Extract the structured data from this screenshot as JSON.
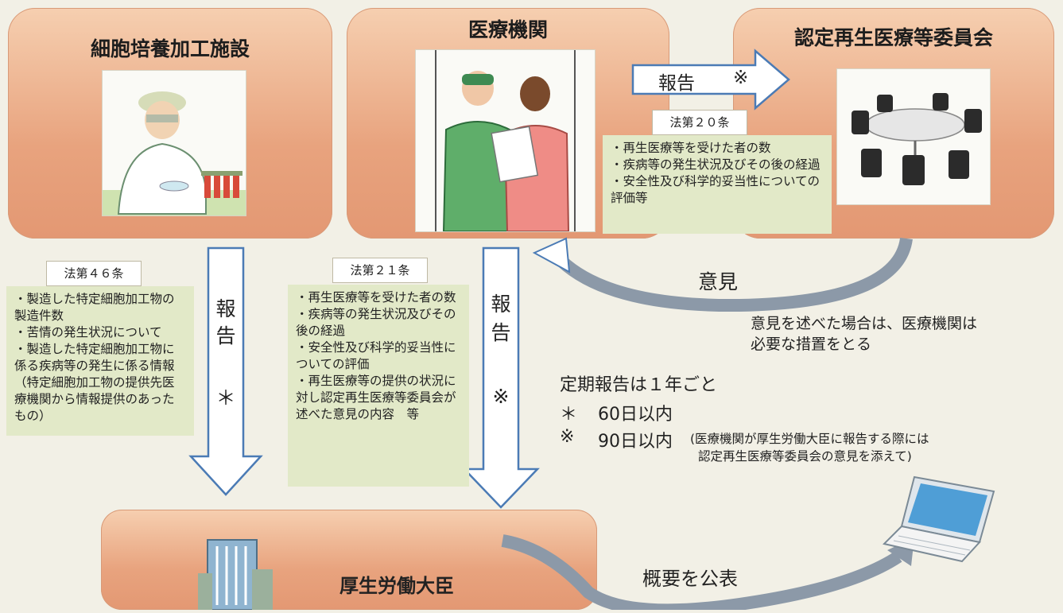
{
  "facility": {
    "title": "細胞培養加工施設"
  },
  "medical": {
    "title": "医療機関"
  },
  "committee": {
    "title": "認定再生医療等委員会"
  },
  "minister": {
    "title": "厚生労働大臣"
  },
  "report_committee": {
    "label": "報告",
    "mark": "※",
    "law": "法第２０条",
    "items": [
      "・再生医療等を受けた者の数",
      "・疾病等の発生状況及びその後の経過",
      "・安全性及び科学的妥当性についての評価等"
    ]
  },
  "report_facility": {
    "law": "法第４６条",
    "arrow_text": [
      "報",
      "告",
      "＊"
    ],
    "items": [
      "・製造した特定細胞加工物の製造件数",
      "・苦情の発生状況について",
      "・製造した特定細胞加工物に係る疾病等の発生に係る情報（特定細胞加工物の提供先医療機関から情報提供のあったもの）"
    ]
  },
  "report_medical": {
    "law": "法第２１条",
    "arrow_text": [
      "報",
      "告",
      "※"
    ],
    "items": [
      "・再生医療等を受けた者の数",
      "・疾病等の発生状況及びその後の経過",
      "・安全性及び科学的妥当性についての評価",
      "・再生医療等の提供の状況に対し認定再生医療等委員会が述べた意見の内容　等"
    ]
  },
  "opinion": {
    "label": "意見",
    "note_line1": "意見を述べた場合は、医療機関は",
    "note_line2": "必要な措置をとる"
  },
  "periodic": {
    "title": "定期報告は１年ごと",
    "star_mark": "＊",
    "star_text": "60日以内",
    "kome_mark": "※",
    "kome_text": "90日以内",
    "kome_note_line1": "(医療機関が厚生労働大臣に報告する際には",
    "kome_note_line2": "認定再生医療等委員会の意見を添えて)"
  },
  "publish": {
    "label": "概要を公表"
  },
  "colors": {
    "box": "#e8a37e",
    "note": "#e2e9c8",
    "arrow": "#4b7bb5"
  }
}
